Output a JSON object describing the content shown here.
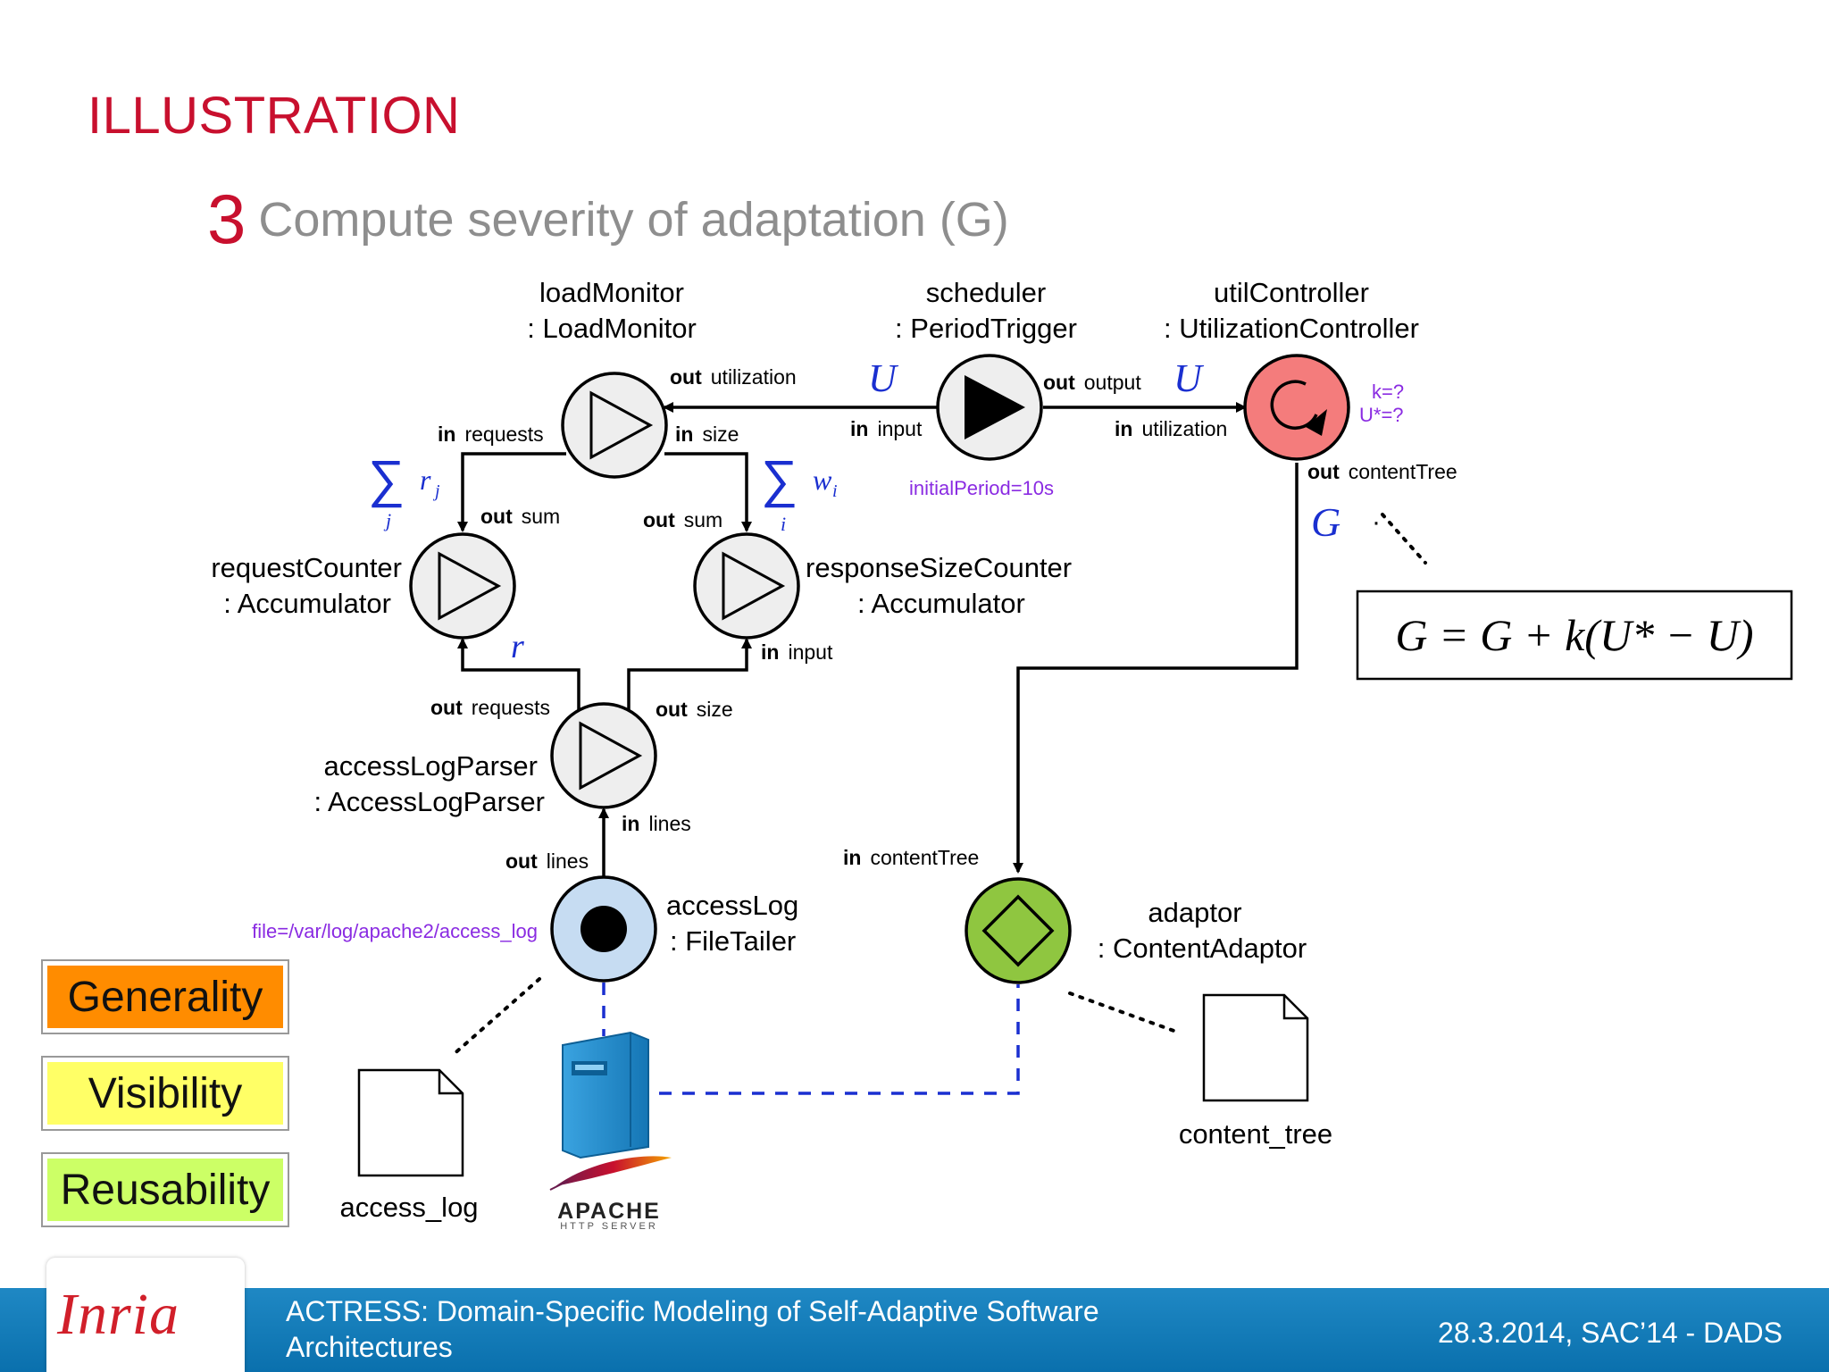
{
  "slide": {
    "title": "ILLUSTRATION",
    "step_number": "3",
    "step_text": "Compute severity of adaptation (G)"
  },
  "components": {
    "loadMonitor": {
      "name": "loadMonitor",
      "type": ": LoadMonitor"
    },
    "scheduler": {
      "name": "scheduler",
      "type": ": PeriodTrigger",
      "property": "initialPeriod=10s"
    },
    "utilController": {
      "name": "utilController",
      "type": ": UtilizationController",
      "property_k": "k=?",
      "property_u": "U*=?"
    },
    "requestCounter": {
      "name": "requestCounter",
      "type": ": Accumulator"
    },
    "responseSizeCounter": {
      "name": "responseSizeCounter",
      "type": ": Accumulator"
    },
    "accessLogParser": {
      "name": "accessLogParser",
      "type": ": AccessLogParser"
    },
    "accessLog": {
      "name": "accessLog",
      "type": ": FileTailer",
      "property": "file=/var/log/apache2/access_log"
    },
    "adaptor": {
      "name": "adaptor",
      "type": ": ContentAdaptor"
    }
  },
  "keywords": {
    "out": "out",
    "in": "in"
  },
  "ports": {
    "lm_out": "utilization",
    "lm_in_requests": "requests",
    "lm_in_size": "size",
    "sch_in": "input",
    "sch_out": "output",
    "uc_in": "utilization",
    "uc_out": "contentTree",
    "rc_out": "sum",
    "rsc_out": "sum",
    "rsc_in": "input",
    "alp_out_requests": "requests",
    "alp_out_size": "size",
    "alp_in": "lines",
    "al_out": "lines",
    "ad_in": "contentTree"
  },
  "math": {
    "u1": "U",
    "u2": "U",
    "g": "G",
    "r": "r",
    "sum_r_var": "r",
    "sum_r_sub": "j",
    "sum_r_idx": "j",
    "sum_w_var": "w",
    "sum_w_sub": "i",
    "sum_w_idx": "i",
    "formula": "G = G + k(U* − U)"
  },
  "files": {
    "access_log": "access_log",
    "content_tree": "content_tree"
  },
  "apache": {
    "name": "APACHE",
    "sub": "HTTP SERVER"
  },
  "qualities": [
    {
      "label": "Generality",
      "color": "#ff8c00"
    },
    {
      "label": "Visibility",
      "color": "#ffff66"
    },
    {
      "label": "Reusability",
      "color": "#ccff66"
    }
  ],
  "footer": {
    "logo": "Inria",
    "title": "ACTRESS: Domain-Specific Modeling of Self-Adaptive Software Architectures",
    "date": "28.3.2014, SAC’14 - DADS"
  },
  "colors": {
    "title_red": "#c8102e",
    "math_blue": "#1a2fd0",
    "property_purple": "#8a2be2",
    "component_gray": "#eeeeee",
    "controller_red": "#f47c7c",
    "adaptor_green": "#8fc640",
    "filetailer_blue": "#c6dcf2",
    "apache_blue": "#1f8fd0",
    "footer_blue": "#0e76b8"
  }
}
